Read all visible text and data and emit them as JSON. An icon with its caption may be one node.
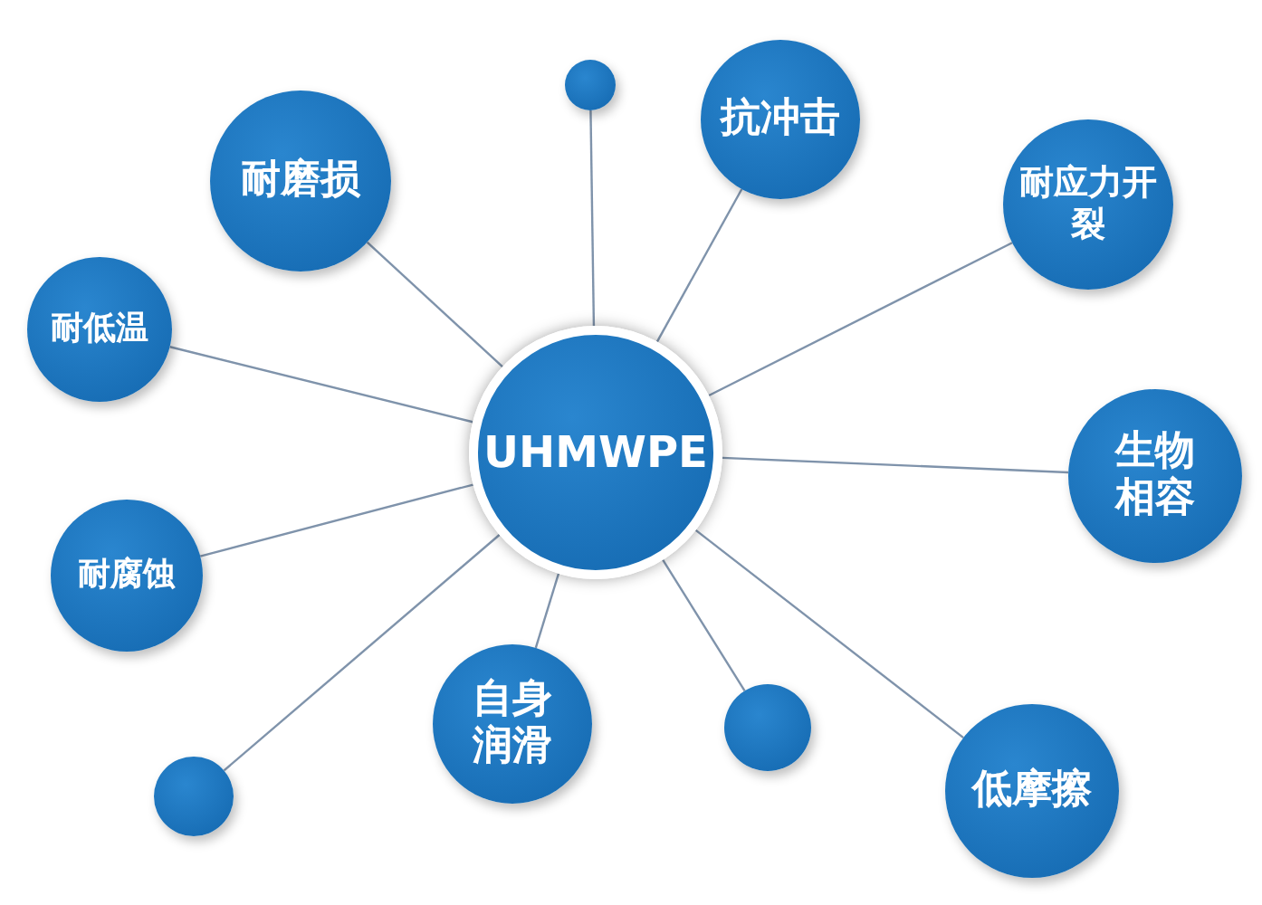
{
  "diagram": {
    "nodes": [
      {
        "text": [
          "UHMWPE"
        ]
      },
      {
        "text": [],
        "shape": "circle"
      },
      {
        "text": [
          "抗冲击"
        ]
      },
      {
        "text": [
          "耐磨损"
        ]
      },
      {
        "text": [
          "耐应力开裂"
        ]
      },
      {
        "text": [
          "耐低温"
        ]
      },
      {
        "text": [
          "生物相容"
        ]
      },
      {
        "text": [
          "耐腐蚀"
        ]
      },
      {
        "text": [
          "自身润滑"
        ]
      },
      {
        "text": [],
        "shape": "circle"
      },
      {
        "text": [],
        "shape": "circle"
      },
      {
        "text": [
          "低摩擦"
        ]
      }
    ],
    "edges": [
      {
        "from": 0,
        "to": 1,
        "arrow": "none"
      },
      {
        "from": 0,
        "to": 2,
        "arrow": "none"
      },
      {
        "from": 0,
        "to": 3,
        "arrow": "none"
      },
      {
        "from": 0,
        "to": 4,
        "arrow": "none"
      },
      {
        "from": 0,
        "to": 5,
        "arrow": "none"
      },
      {
        "from": 0,
        "to": 6,
        "arrow": "none"
      },
      {
        "from": 0,
        "to": 7,
        "arrow": "none"
      },
      {
        "from": 0,
        "to": 8,
        "arrow": "none"
      },
      {
        "from": 0,
        "to": 9,
        "arrow": "none"
      },
      {
        "from": 0,
        "to": 10,
        "arrow": "none"
      },
      {
        "from": 0,
        "to": 11,
        "arrow": "none"
      }
    ]
  }
}
